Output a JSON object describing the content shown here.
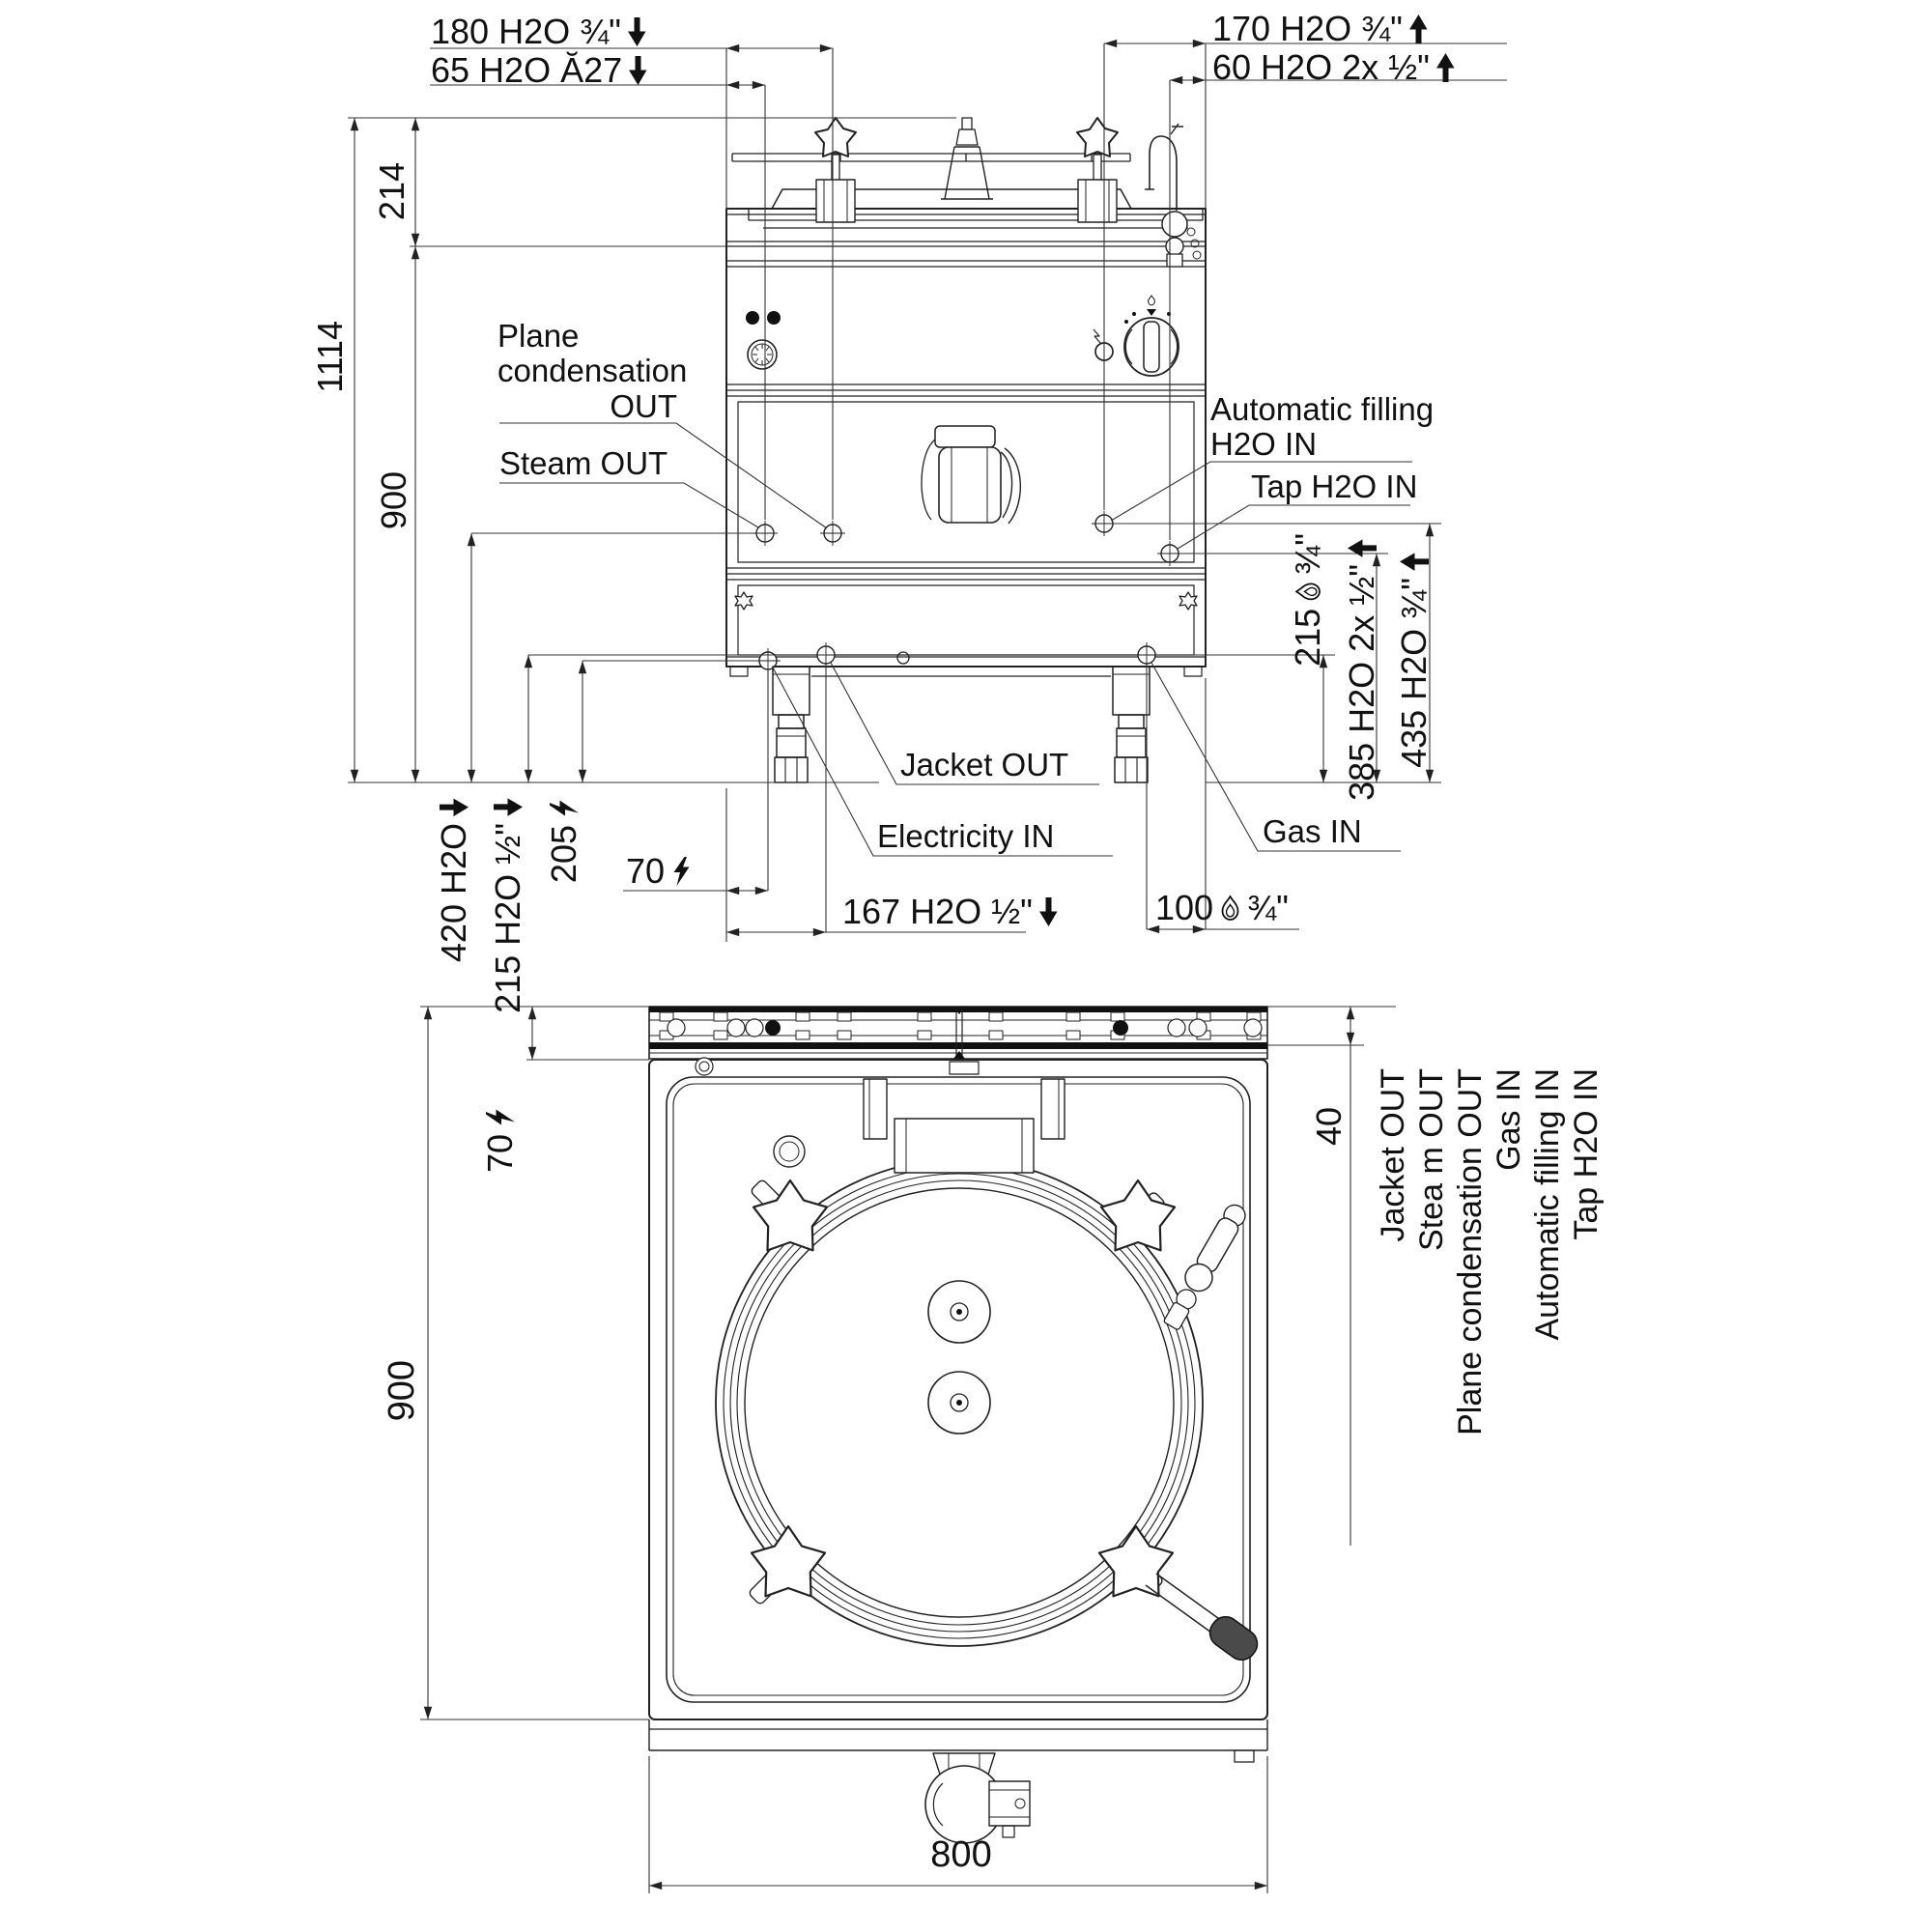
{
  "front_view": {
    "dim_labels": {
      "d180": {
        "text": "180 H2O ¾\""
      },
      "d65": {
        "text": "65 H2O Ă27"
      },
      "d170": {
        "text": "170 H2O ¾\""
      },
      "d60": {
        "text": "60 H2O 2x ½\""
      },
      "d214": {
        "text": "214"
      },
      "d1114": {
        "text": "1114"
      },
      "d900": {
        "text": "900"
      },
      "d420": {
        "text": "420 H2O"
      },
      "d215_water": {
        "text": "215 H2O ½\""
      },
      "d205": {
        "text": "205"
      },
      "d70": {
        "text": "70"
      },
      "d167": {
        "text": "167 H2O ½\""
      },
      "d100": {
        "text": "100",
        "suffix": "¾\""
      },
      "d215_gas": {
        "text": "215",
        "suffix": "¾\""
      },
      "d385": {
        "text": "385 H2O 2x ½\""
      },
      "d435": {
        "text": "435 H2O ¾\""
      }
    },
    "callouts": {
      "plane_line1": "Plane",
      "plane_line2": "condensation",
      "plane_line3": "OUT",
      "steam": "Steam OUT",
      "autofill_line1": "Automatic filling",
      "autofill_line2": "H2O IN",
      "tap": "Tap H2O IN",
      "jacket": "Jacket OUT",
      "electricity": "Electricity IN",
      "gas": "Gas IN"
    }
  },
  "top_view": {
    "dim_labels": {
      "d70": {
        "text": "70"
      },
      "d900": {
        "text": "900"
      },
      "d40": {
        "text": "40"
      },
      "d800": {
        "text": "800"
      }
    },
    "connection_labels": [
      "Jacket OUT",
      "Stea m OUT",
      "Plane condensation OUT",
      "Gas IN",
      "Automatic filling IN",
      "Tap H2O IN"
    ]
  }
}
